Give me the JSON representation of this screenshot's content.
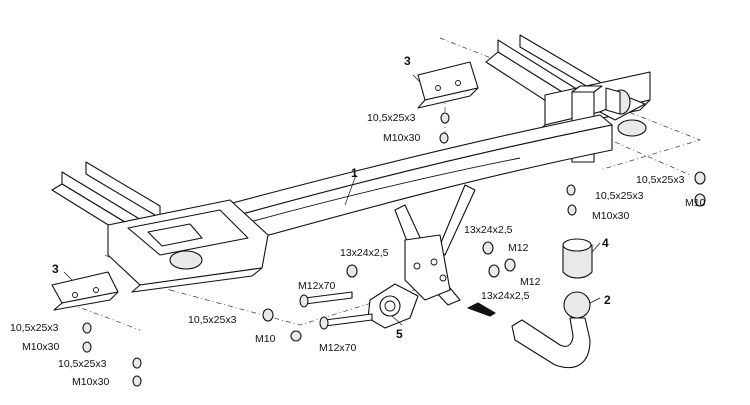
{
  "diagram": {
    "part_numbers": [
      "1",
      "2",
      "3",
      "3",
      "4",
      "5"
    ],
    "hardware_labels": {
      "top_washer": "10,5x25x3",
      "top_bolt": "M10x30",
      "right_washer_a": "10,5x25x3",
      "right_washer_b": "10,5x25x3",
      "right_bolt_a": "M10",
      "right_bolt_b": "M10x30",
      "mid_washer_a": "13x24x2,5",
      "mid_nut_a": "M12",
      "mid_washer_b": "13x24x2,5",
      "mid_nut_b": "M12",
      "mid_washer_c": "13x24x2,5",
      "bolt_m12x70_a": "M12x70",
      "bolt_m12x70_b": "M12x70",
      "left_washer": "10,5x25x3",
      "left_nut": "M10",
      "bl_washer_a": "10,5x25x3",
      "bl_bolt_a": "M10x30",
      "bl_washer_b": "10,5x25x3",
      "bl_bolt_b": "M10x30"
    }
  }
}
